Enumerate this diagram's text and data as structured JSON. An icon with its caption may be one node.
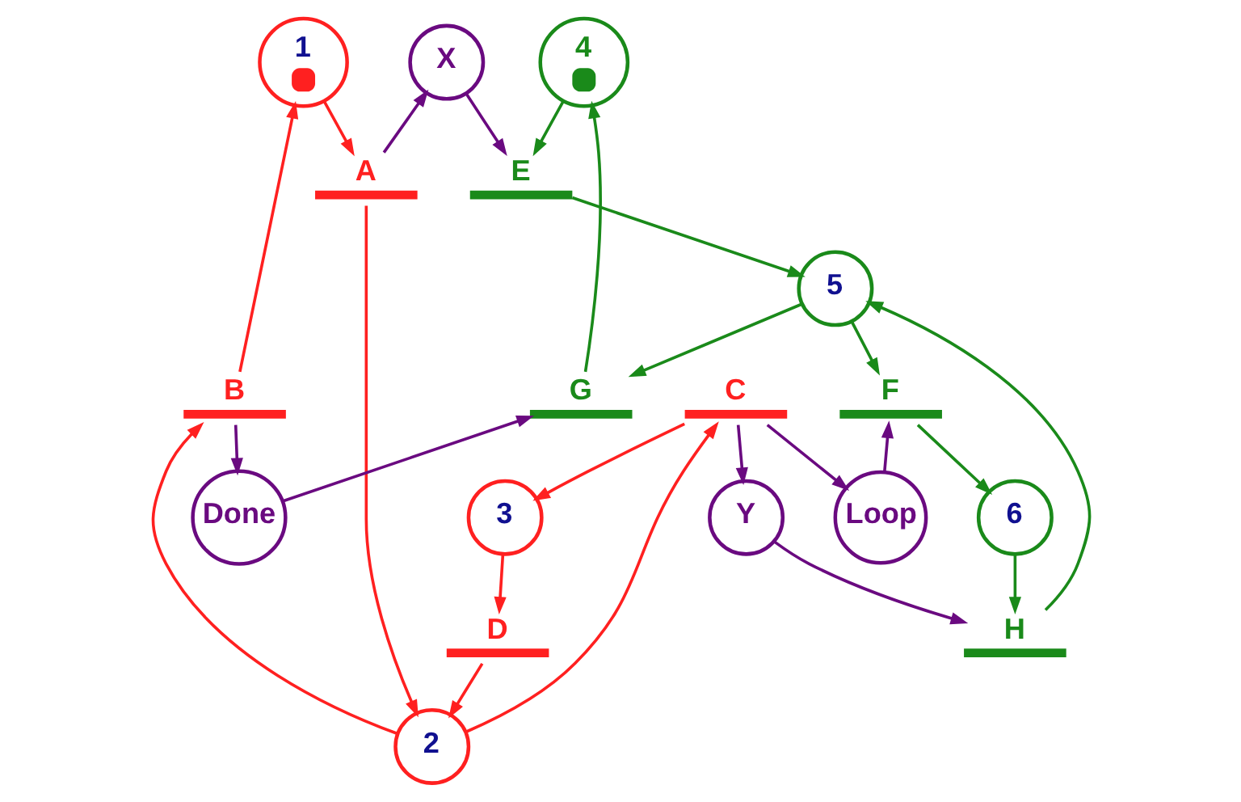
{
  "diagram": {
    "nodes": [
      {
        "text": [
          "1"
        ]
      },
      {
        "text": [
          "X"
        ]
      },
      {
        "text": [
          "4"
        ]
      },
      {
        "text": [
          "A"
        ]
      },
      {
        "text": [
          "Done"
        ]
      },
      {
        "text": [
          "E"
        ]
      },
      {
        "text": [
          "2"
        ]
      },
      {
        "text": [
          "Loop"
        ]
      },
      {
        "text": [
          "5"
        ]
      },
      {
        "text": [
          "B"
        ]
      },
      {
        "text": [
          "C"
        ]
      },
      {
        "text": [
          "F"
        ]
      },
      {
        "text": [
          "G"
        ]
      },
      {
        "text": [
          "Y"
        ]
      },
      {
        "text": [
          "3"
        ]
      },
      {
        "text": [
          "6"
        ]
      },
      {
        "text": [
          "D"
        ]
      },
      {
        "text": [
          "H"
        ]
      }
    ],
    "edges": [
      {
        "from": 0,
        "to": 3,
        "arrow": "to",
        "color": "#ff2020"
      },
      {
        "from": 3,
        "to": 6,
        "arrow": "to",
        "color": "#ff2020"
      },
      {
        "from": 3,
        "to": 1,
        "arrow": "to",
        "color": "#6a0a80"
      },
      {
        "from": 6,
        "to": 9,
        "arrow": "to",
        "color": "#ff2020"
      },
      {
        "from": 6,
        "to": 10,
        "arrow": "to",
        "color": "#ff2020"
      },
      {
        "from": 9,
        "to": 0,
        "arrow": "to",
        "color": "#ff2020"
      },
      {
        "from": 9,
        "to": 4,
        "arrow": "to",
        "color": "#6a0a80"
      },
      {
        "from": 10,
        "to": 7,
        "arrow": "to",
        "color": "#6a0a80"
      },
      {
        "from": 10,
        "to": 13,
        "arrow": "to",
        "color": "#6a0a80"
      },
      {
        "from": 10,
        "to": 14,
        "arrow": "to",
        "color": "#ff2020"
      },
      {
        "from": 14,
        "to": 16,
        "arrow": "to",
        "color": "#ff2020"
      },
      {
        "from": 16,
        "to": 6,
        "arrow": "to",
        "color": "#ff2020"
      },
      {
        "from": 1,
        "to": 5,
        "arrow": "to",
        "color": "#6a0a80"
      },
      {
        "from": 4,
        "to": 12,
        "arrow": "to",
        "color": "#6a0a80"
      },
      {
        "from": 7,
        "to": 11,
        "arrow": "to",
        "color": "#6a0a80"
      },
      {
        "from": 13,
        "to": 17,
        "arrow": "to",
        "color": "#6a0a80"
      },
      {
        "from": 2,
        "to": 5,
        "arrow": "to",
        "color": "#1a8a1a"
      },
      {
        "from": 5,
        "to": 8,
        "arrow": "to",
        "color": "#1a8a1a"
      },
      {
        "from": 8,
        "to": 11,
        "arrow": "to",
        "color": "#1a8a1a"
      },
      {
        "from": 8,
        "to": 12,
        "arrow": "to",
        "color": "#1a8a1a"
      },
      {
        "from": 12,
        "to": 2,
        "arrow": "to",
        "color": "#1a8a1a"
      },
      {
        "from": 11,
        "to": 15,
        "arrow": "to",
        "color": "#1a8a1a"
      },
      {
        "from": 15,
        "to": 17,
        "arrow": "to",
        "color": "#1a8a1a"
      },
      {
        "from": 17,
        "to": 8,
        "arrow": "to",
        "color": "#1a8a1a"
      }
    ]
  }
}
